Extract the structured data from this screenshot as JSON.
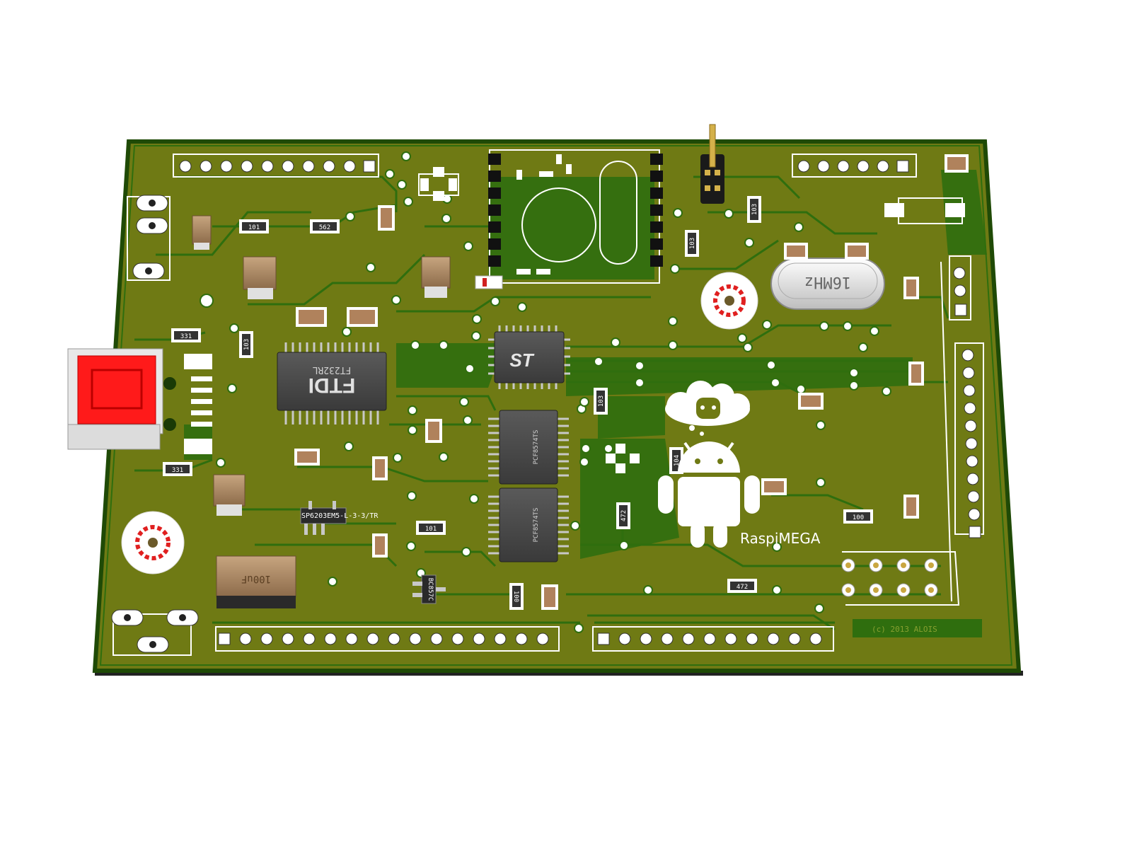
{
  "board": {
    "title_label": "RaspiMEGA",
    "copyright": "(c) 2013 ALOIS",
    "colors": {
      "soldermask": "#6f7a14",
      "copper_trace": "#2f6e0e",
      "silkscreen": "#ffffff",
      "board_edge": "#2a2a2a",
      "usb_red": "#ff1a1a"
    }
  },
  "chips": {
    "ftdi_logo": "FTDI",
    "ftdi_part": "FT232RL",
    "st_logo": "ST",
    "pcf_top": "PCF8574TS",
    "pcf_bottom": "PCF8574TS",
    "regulator": "SP6203EM5-L-3-3/TR",
    "transistor": "BC857C",
    "crystal": "16MHz",
    "big_cap": "100uF"
  },
  "resistors": {
    "r101": "101",
    "r562": "562",
    "r331a": "331",
    "r331b": "331",
    "r103a": "103",
    "r103b": "103",
    "r103c": "103",
    "r103d": "103",
    "r104": "104",
    "r472a": "472",
    "r472b": "472",
    "r100": "100",
    "r101b": "101",
    "r100b": "100"
  },
  "icons": [
    "android-robot-icon",
    "cloud-sheep-icon",
    "st-logo-icon",
    "ftdi-logo-icon",
    "mounting-hole-icon"
  ]
}
